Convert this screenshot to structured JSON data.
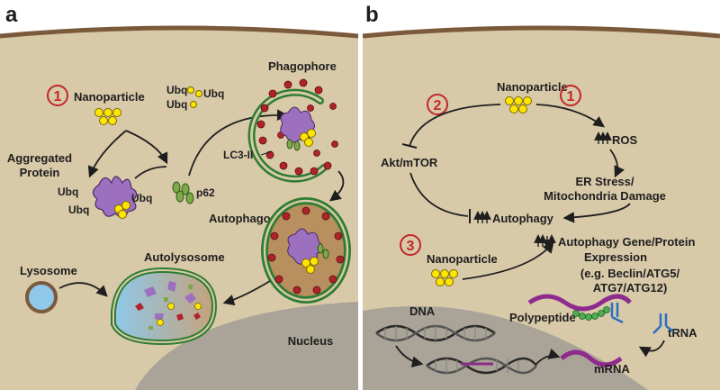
{
  "panels": [
    {
      "letter": "a"
    },
    {
      "letter": "b"
    }
  ],
  "panel_a": {
    "step_number": "1",
    "nanoparticle": "Nanoparticle",
    "ubq_top_1": "Ubq",
    "ubq_top_2": "Ubq",
    "ubq_top_3": "Ubq",
    "aggregated_protein_line1": "Aggregated",
    "aggregated_protein_line2": "Protein",
    "ubq_agg_1": "Ubq",
    "ubq_agg_2": "Ubq",
    "ubq_agg_3": "Ubq",
    "p62": "p62",
    "lc3": "LC3-II",
    "phagophore": "Phagophore",
    "autophagosome": "Autophagosome",
    "autolysosome": "Autolysosome",
    "lysosome": "Lysosome",
    "nucleus": "Nucleus"
  },
  "panel_b": {
    "num_1": "1",
    "num_2": "2",
    "num_3": "3",
    "nanoparticle_top": "Nanoparticle",
    "ros": "ROS",
    "akt": "Akt/mTOR",
    "er_line1": "ER Stress/",
    "er_line2": "Mitochondria Damage",
    "autophagy": "Autophagy",
    "nanoparticle_bottom": "Nanoparticle",
    "gene_line1": "Autophagy Gene/Protein",
    "gene_line2": "Expression",
    "gene_line3": "(e.g. Beclin/ATG5/",
    "gene_line4": "ATG7/ATG12)",
    "dna": "DNA",
    "polypeptide": "Polypeptide",
    "trna": "tRNA",
    "mrna": "mRNA"
  },
  "colors": {
    "cytoplasm": "#d8c9a8",
    "membrane": "#7a5a3a",
    "nucleus": "#a9a497",
    "nanoparticle": "#ffe600",
    "lc3": "#b0232a",
    "vesicle": "#2e7d32",
    "protein": "#9c6fbf",
    "lysosome": "#8fc8ea",
    "red_number": "#c0272d"
  }
}
